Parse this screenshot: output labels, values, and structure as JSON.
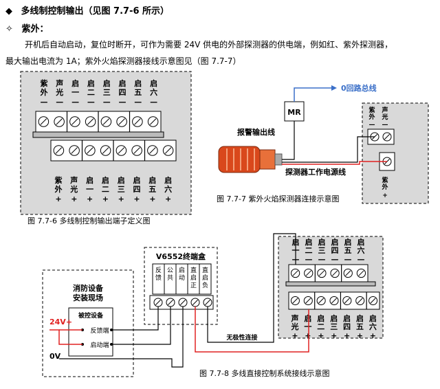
{
  "heading": {
    "bullet": "◆",
    "text": "多线制控制输出（见图 7.7-6 所示）"
  },
  "subheading": {
    "bullet": "✧",
    "text": "紫外："
  },
  "para1": "开机后自动启动，复位时断开，可作为需要 24V 供电的外部探测器的供电端，例如红、紫外探测器，",
  "para2": "最大输出电流为 1A；紫外火焰探测器接线示意图见（图 7.7-7）",
  "fig6": {
    "caption": "图 7.7-6 多线制控制输出端子定义图",
    "top_labels": [
      [
        "紫",
        "外"
      ],
      [
        "声",
        "光"
      ],
      [
        "启",
        "一"
      ],
      [
        "启",
        "二"
      ],
      [
        "启",
        "三"
      ],
      [
        "启",
        "四"
      ],
      [
        "启",
        "五"
      ],
      [
        "启",
        "六"
      ]
    ],
    "top_signs": [
      "—",
      "—",
      "—",
      "—",
      "—",
      "—",
      "—",
      "—"
    ],
    "bottom_labels": [
      [
        "紫",
        "外"
      ],
      [
        "声",
        "光"
      ],
      [
        "启",
        "一"
      ],
      [
        "启",
        "二"
      ],
      [
        "启",
        "三"
      ],
      [
        "启",
        "四"
      ],
      [
        "启",
        "五"
      ],
      [
        "启",
        "六"
      ]
    ],
    "bottom_signs": [
      "+",
      "+",
      "+",
      "+",
      "+",
      "+",
      "+",
      "+"
    ]
  },
  "fig7": {
    "caption": "图 7.7-7 紫外火焰探测器连接示意图",
    "mr": "MR",
    "bus": "0回路总线",
    "alarm": "报警输出线",
    "power": "探测器工作电源线",
    "top_labels": [
      [
        "紫",
        "外"
      ],
      [
        "声",
        "光"
      ]
    ],
    "top_signs": [
      "—",
      "—"
    ],
    "bottom_label": [
      "紫",
      "外"
    ],
    "bottom_sign": "+"
  },
  "fig8": {
    "caption": "图 7.7-8 多线直接控制系统接线示意图",
    "site": [
      "消防设备",
      "安装现场"
    ],
    "device": "被控设备",
    "feedback": "反馈端",
    "start": "启动端",
    "v24": "24V+",
    "v0": "0V",
    "box_title": "V6552终端盒",
    "box_cols": [
      [
        "反",
        "馈"
      ],
      [
        "公",
        "共"
      ],
      [
        "启",
        "动"
      ],
      [
        "直",
        "启",
        "正"
      ],
      [
        "直",
        "启",
        "负"
      ]
    ],
    "wire": "无极性连接",
    "top_labels": [
      [
        "启",
        "一"
      ],
      [
        "启",
        "二"
      ],
      [
        "启",
        "三"
      ],
      [
        "启",
        "四"
      ],
      [
        "启",
        "五"
      ],
      [
        "启",
        "六"
      ]
    ],
    "top_signs": [
      "—",
      "—",
      "—",
      "—",
      "—",
      "—"
    ],
    "bottom_labels": [
      [
        "声",
        "光"
      ],
      [
        "启",
        "一"
      ],
      [
        "启",
        "二"
      ],
      [
        "启",
        "三"
      ],
      [
        "启",
        "四"
      ],
      [
        "启",
        "五"
      ],
      [
        "启",
        "六"
      ]
    ],
    "bottom_signs": [
      "+",
      "+",
      "+",
      "+",
      "+",
      "+",
      "+"
    ]
  },
  "colors": {
    "red": "#e02020",
    "blue": "#3a6fc8",
    "panel": "#d9d9d9"
  }
}
